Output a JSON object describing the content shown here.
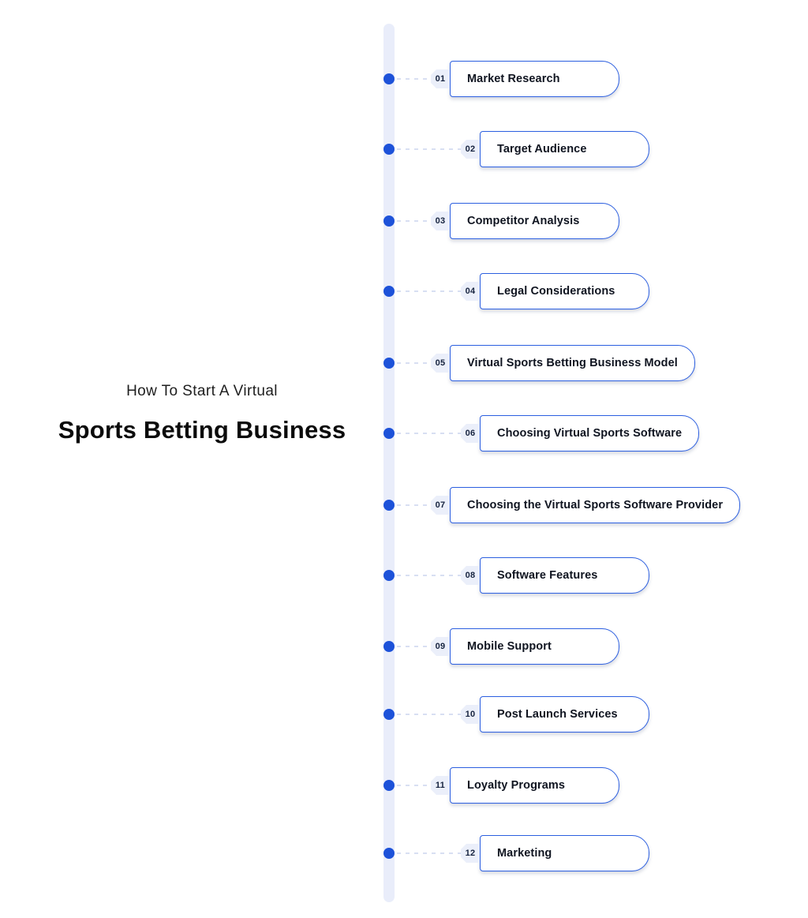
{
  "title": {
    "line1": "How To Start A Virtual",
    "line2": "Sports Betting Business"
  },
  "colors": {
    "dot_blue": "#1d52d9",
    "card_border_blue": "#2c5fe0",
    "track_lavender": "#e9edfa",
    "badge_bg": "#ebeffa",
    "dash_gray": "#d8dff2",
    "title_dark": "#0b0b0b"
  },
  "steps": [
    {
      "num": "01",
      "label": "Market Research"
    },
    {
      "num": "02",
      "label": "Target Audience"
    },
    {
      "num": "03",
      "label": "Competitor Analysis"
    },
    {
      "num": "04",
      "label": "Legal Considerations"
    },
    {
      "num": "05",
      "label": "Virtual Sports Betting Business Model"
    },
    {
      "num": "06",
      "label": "Choosing Virtual Sports Software"
    },
    {
      "num": "07",
      "label": "Choosing the Virtual Sports Software Provider"
    },
    {
      "num": "08",
      "label": "Software Features"
    },
    {
      "num": "09",
      "label": "Mobile Support"
    },
    {
      "num": "10",
      "label": "Post Launch Services"
    },
    {
      "num": "11",
      "label": "Loyalty Programs"
    },
    {
      "num": "12",
      "label": "Marketing"
    }
  ]
}
